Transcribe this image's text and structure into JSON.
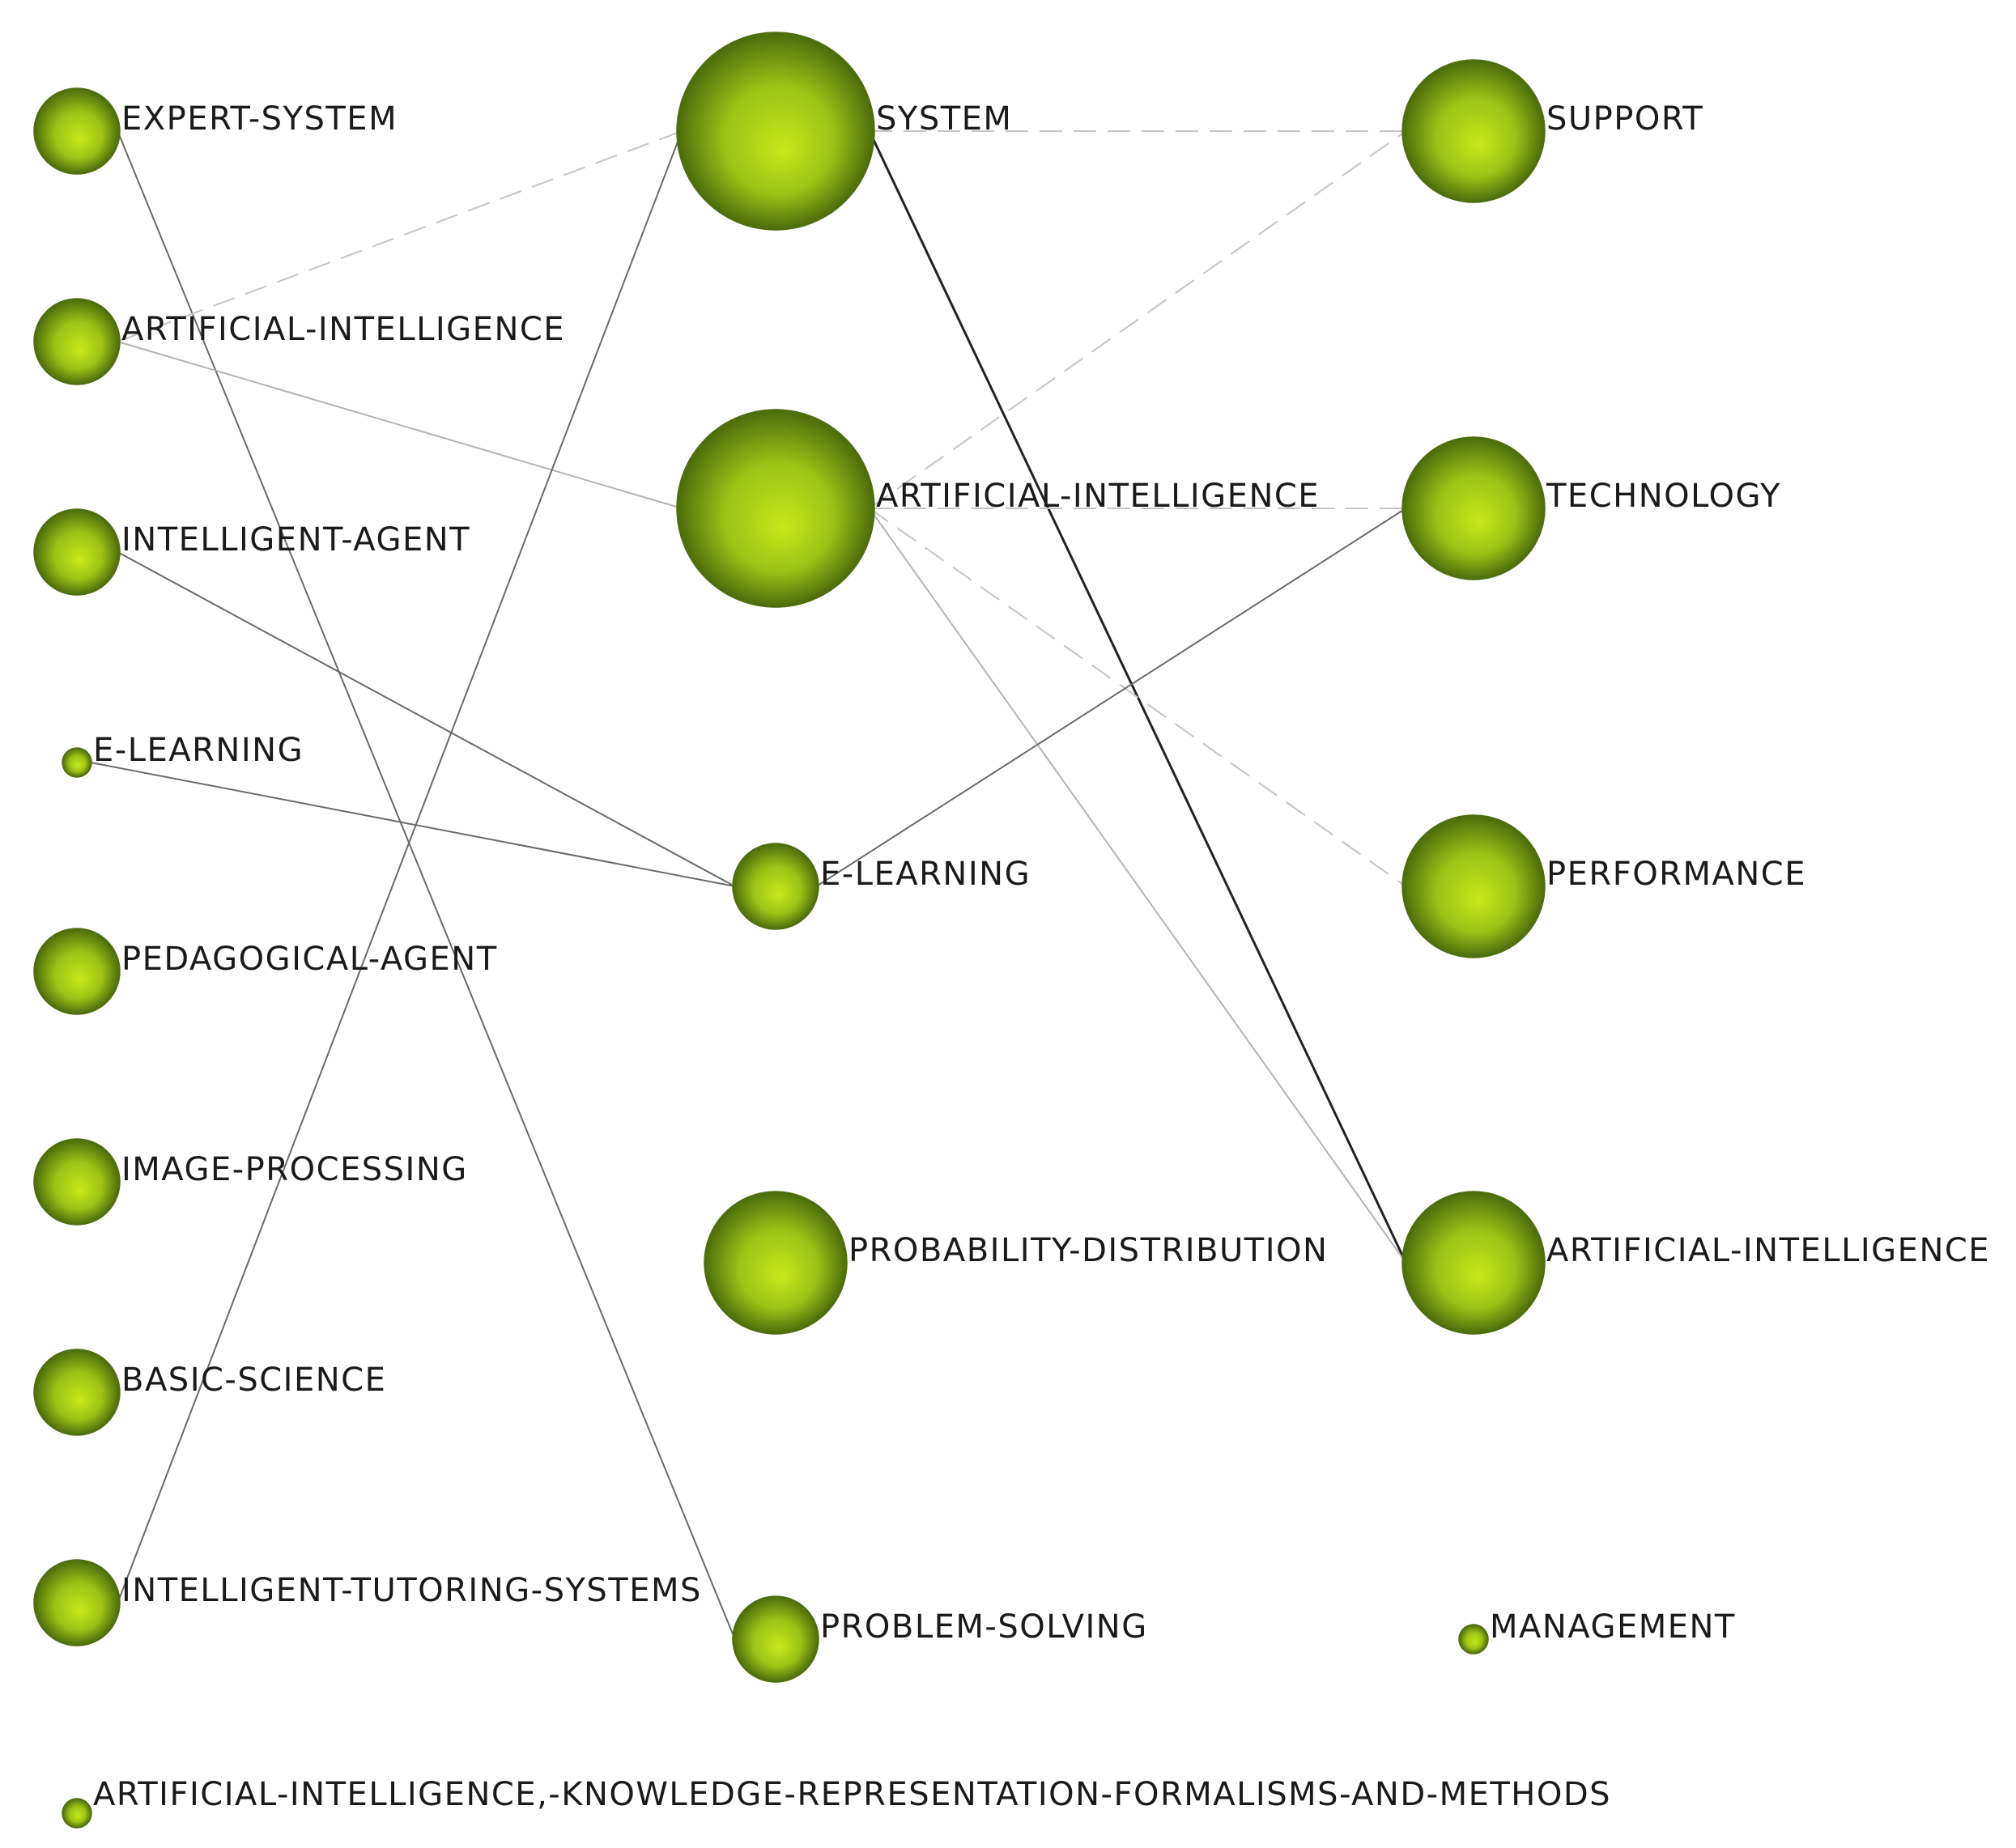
{
  "colors": {
    "node_highlight": "#c8e81a",
    "node_mid": "#9cc216",
    "node_shadow": "#4a6c0c",
    "edge_dark": "#222222",
    "edge_mid": "#6a6a6a",
    "edge_light": "#b4b4b4",
    "edge_dashed": "#c4c4c4"
  },
  "columns": [
    {
      "name": "left",
      "nodes": [
        {
          "id": "L1",
          "label": "EXPERT-SYSTEM",
          "size": "medium"
        },
        {
          "id": "L2",
          "label": "ARTIFICIAL-INTELLIGENCE",
          "size": "medium"
        },
        {
          "id": "L3",
          "label": "INTELLIGENT-AGENT",
          "size": "medium"
        },
        {
          "id": "L4",
          "label": "E-LEARNING",
          "size": "tiny"
        },
        {
          "id": "L5",
          "label": "PEDAGOGICAL-AGENT",
          "size": "medium"
        },
        {
          "id": "L6",
          "label": "IMAGE-PROCESSING",
          "size": "medium"
        },
        {
          "id": "L7",
          "label": "BASIC-SCIENCE",
          "size": "medium"
        },
        {
          "id": "L8",
          "label": "INTELLIGENT-TUTORING-SYSTEMS",
          "size": "medium"
        },
        {
          "id": "L9",
          "label": "ARTIFICIAL-INTELLIGENCE,-KNOWLEDGE-REPRESENTATION-FORMALISMS-AND-METHODS",
          "size": "tiny"
        }
      ]
    },
    {
      "name": "middle",
      "nodes": [
        {
          "id": "M1",
          "label": "SYSTEM",
          "size": "huge"
        },
        {
          "id": "M2",
          "label": "ARTIFICIAL-INTELLIGENCE",
          "size": "huge"
        },
        {
          "id": "M3",
          "label": "E-LEARNING",
          "size": "medium"
        },
        {
          "id": "M4",
          "label": "PROBABILITY-DISTRIBUTION",
          "size": "large"
        },
        {
          "id": "M5",
          "label": "PROBLEM-SOLVING",
          "size": "medium"
        }
      ]
    },
    {
      "name": "right",
      "nodes": [
        {
          "id": "R1",
          "label": "SUPPORT",
          "size": "large"
        },
        {
          "id": "R2",
          "label": "TECHNOLOGY",
          "size": "large"
        },
        {
          "id": "R3",
          "label": "PERFORMANCE",
          "size": "large"
        },
        {
          "id": "R4",
          "label": "ARTIFICIAL-INTELLIGENCE",
          "size": "large"
        },
        {
          "id": "R5",
          "label": "MANAGEMENT",
          "size": "tiny"
        }
      ]
    }
  ],
  "edges": [
    {
      "from": "L1",
      "to": "M5",
      "style": "solid",
      "strength": "medium"
    },
    {
      "from": "L2",
      "to": "M1",
      "style": "dashed",
      "strength": "light"
    },
    {
      "from": "L2",
      "to": "M2",
      "style": "solid",
      "strength": "light"
    },
    {
      "from": "L3",
      "to": "M3",
      "style": "solid",
      "strength": "medium"
    },
    {
      "from": "L4",
      "to": "M3",
      "style": "solid",
      "strength": "medium"
    },
    {
      "from": "L8",
      "to": "M1",
      "style": "solid",
      "strength": "medium"
    },
    {
      "from": "M1",
      "to": "R1",
      "style": "dashed",
      "strength": "light"
    },
    {
      "from": "M1",
      "to": "R4",
      "style": "solid",
      "strength": "dark"
    },
    {
      "from": "M2",
      "to": "R1",
      "style": "dashed",
      "strength": "light"
    },
    {
      "from": "M2",
      "to": "R2",
      "style": "dashed",
      "strength": "light"
    },
    {
      "from": "M2",
      "to": "R3",
      "style": "dashed",
      "strength": "light"
    },
    {
      "from": "M2",
      "to": "R4",
      "style": "solid",
      "strength": "light"
    },
    {
      "from": "M3",
      "to": "R2",
      "style": "solid",
      "strength": "medium"
    }
  ]
}
